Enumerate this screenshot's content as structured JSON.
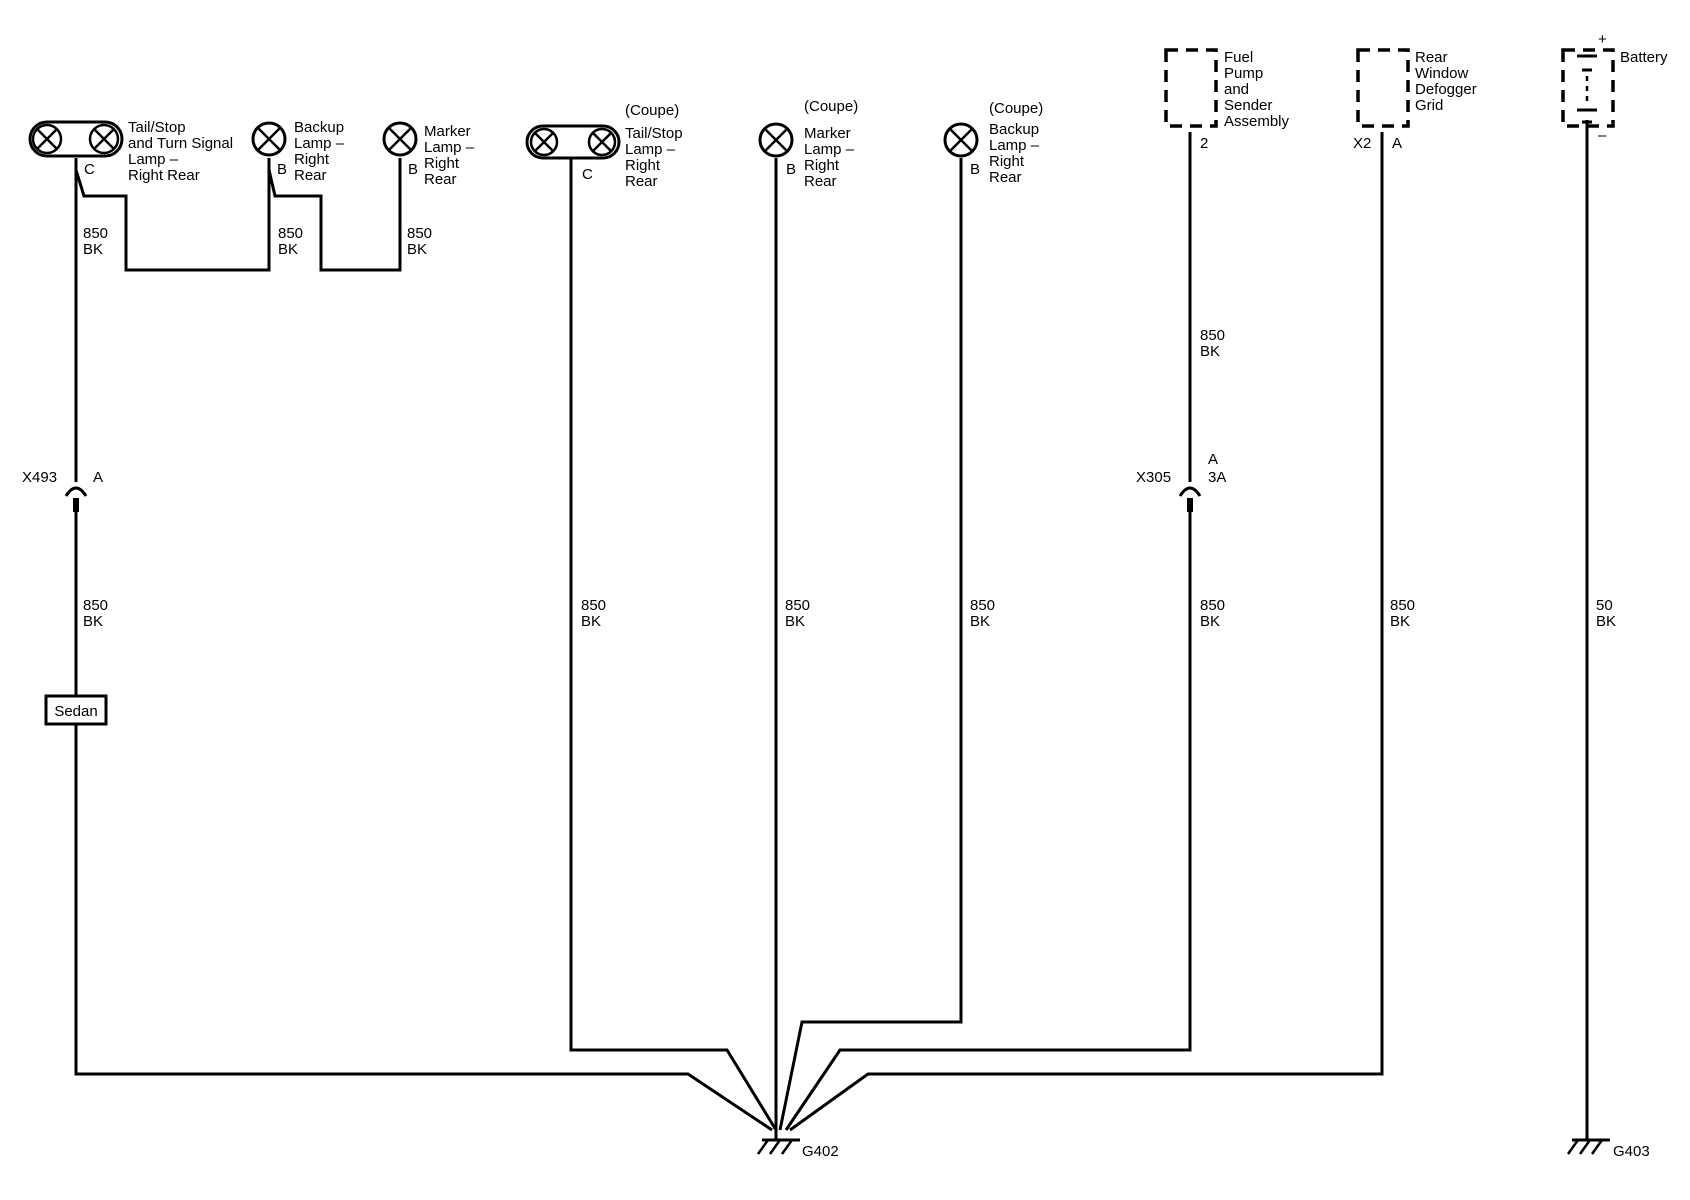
{
  "components": {
    "tail_stop_sedan": {
      "lines": [
        "Tail/Stop",
        "and Turn Signal",
        "Lamp –",
        "Right Rear"
      ],
      "pin": "C"
    },
    "backup_sedan": {
      "lines": [
        "Backup",
        "Lamp –",
        "Right",
        "Rear"
      ],
      "pin": "B"
    },
    "marker_sedan": {
      "lines": [
        "Marker",
        "Lamp –",
        "Right",
        "Rear"
      ],
      "pin": "B"
    },
    "tail_stop_coupe": {
      "variant": "(Coupe)",
      "lines": [
        "Tail/Stop",
        "Lamp –",
        "Right",
        "Rear"
      ],
      "pin": "C"
    },
    "marker_coupe": {
      "variant": "(Coupe)",
      "lines": [
        "Marker",
        "Lamp –",
        "Right",
        "Rear"
      ],
      "pin": "B"
    },
    "backup_coupe": {
      "variant": "(Coupe)",
      "lines": [
        "Backup",
        "Lamp –",
        "Right",
        "Rear"
      ],
      "pin": "B"
    },
    "fuel_pump": {
      "lines": [
        "Fuel",
        "Pump",
        "and",
        "Sender",
        "Assembly"
      ],
      "pin": "2"
    },
    "defogger": {
      "lines": [
        "Rear",
        "Window",
        "Defogger",
        "Grid"
      ],
      "connector": "X2",
      "pin": "A"
    },
    "battery": {
      "label": "Battery",
      "plus": "+",
      "minus": "–"
    }
  },
  "wire_labels": {
    "w1": [
      "850",
      "BK"
    ],
    "w2": [
      "850",
      "BK"
    ],
    "w3": [
      "850",
      "BK"
    ],
    "w4": [
      "850",
      "BK"
    ],
    "w5": [
      "850",
      "BK"
    ],
    "w6": [
      "850",
      "BK"
    ],
    "w7": [
      "850",
      "BK"
    ],
    "w8": [
      "850",
      "BK"
    ],
    "w9": [
      "850",
      "BK"
    ],
    "w10": [
      "850",
      "BK"
    ],
    "w11": [
      "50",
      "BK"
    ]
  },
  "connectors": {
    "x493": {
      "name": "X493",
      "pin": "A"
    },
    "x305": {
      "name": "X305",
      "pin_top": "A",
      "pin_bottom": "3A"
    }
  },
  "option_box": "Sedan",
  "grounds": {
    "g402": "G402",
    "g403": "G403"
  }
}
